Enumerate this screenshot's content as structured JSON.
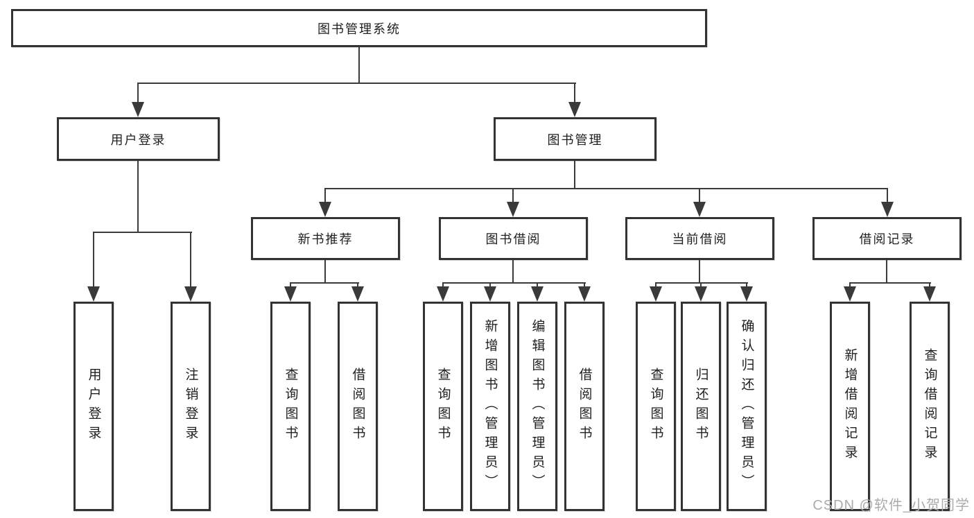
{
  "diagram": {
    "type": "hierarchy-tree",
    "colors": {
      "line": "#3a3a3a",
      "box_border": "#333333",
      "box_fill": "#ffffff",
      "text": "#1f1f1f",
      "watermark": "#ababab"
    },
    "root": {
      "label": "图书管理系统"
    },
    "level2": [
      {
        "label": "用户登录"
      },
      {
        "label": "图书管理"
      }
    ],
    "level3": [
      {
        "label": "新书推荐"
      },
      {
        "label": "图书借阅"
      },
      {
        "label": "当前借阅"
      },
      {
        "label": "借阅记录"
      }
    ],
    "leaves": {
      "user_login": [
        "用户登录",
        "注销登录"
      ],
      "new_book": [
        "查询图书",
        "借阅图书"
      ],
      "borrow": [
        "查询图书",
        "新增图书（管理员）",
        "编辑图书（管理员）",
        "借阅图书"
      ],
      "current": [
        "查询图书",
        "归还图书",
        "确认归还（管理员）"
      ],
      "records": [
        "新增借阅记录",
        "查询借阅记录"
      ]
    },
    "watermark": "CSDN @软件_小贺同学"
  }
}
